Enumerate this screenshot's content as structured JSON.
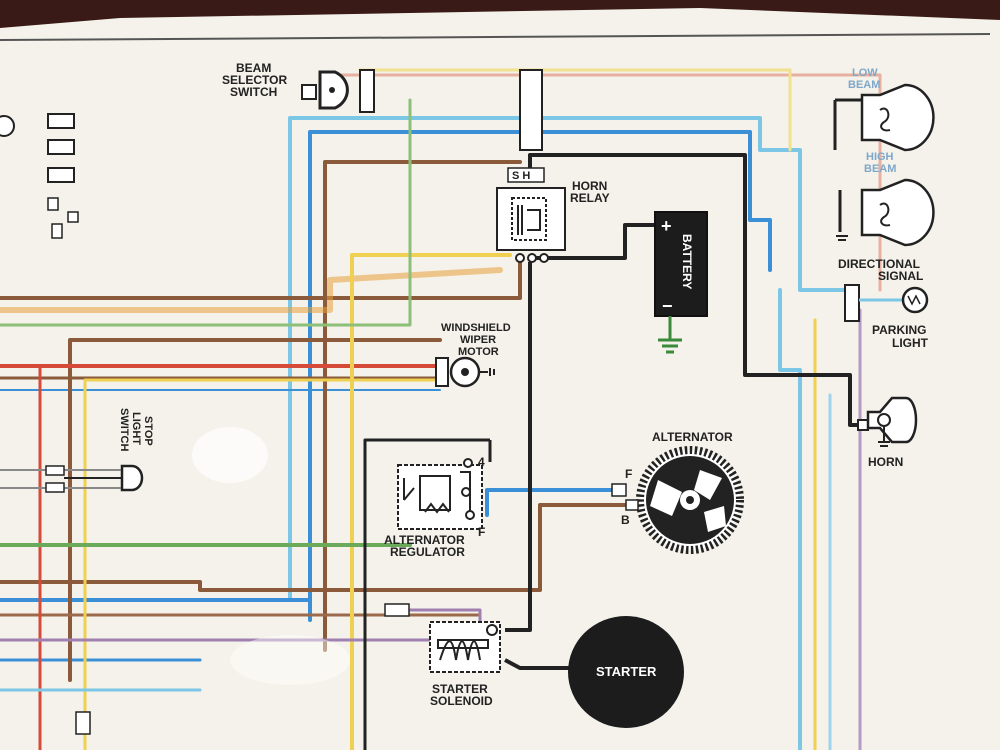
{
  "labels": {
    "beam_selector_switch": [
      "BEAM",
      "SELECTOR",
      "SWITCH"
    ],
    "horn_relay": [
      "HORN",
      "RELAY"
    ],
    "horn_relay_terminals": "S H",
    "battery": "BATTERY",
    "battery_plus": "+",
    "battery_minus": "−",
    "low_beam": [
      "LOW",
      "BEAM"
    ],
    "high_beam": [
      "HIGH",
      "BEAM"
    ],
    "directional_signal": [
      "DIRECTIONAL",
      "SIGNAL"
    ],
    "parking_light": [
      "PARKING",
      "LIGHT"
    ],
    "windshield_wiper_motor": [
      "WINDSHIELD",
      "WIPER",
      "MOTOR"
    ],
    "stop_light_switch": [
      "STOP",
      "LIGHT",
      "SWITCH"
    ],
    "alternator": "ALTERNATOR",
    "alternator_terminal_f": "F",
    "alternator_terminal_b": "B",
    "regulator_terminal_4": "4",
    "regulator_terminal_f": "F",
    "alternator_regulator": [
      "ALTERNATOR",
      "REGULATOR"
    ],
    "horn": "HORN",
    "starter": "STARTER",
    "starter_solenoid": [
      "STARTER",
      "SOLENOID"
    ]
  },
  "colors": {
    "poster": "#f4f2ea",
    "frame": "#3a1a16",
    "light_blue": "#7cc6e6",
    "blue": "#3b8fd6",
    "brown": "#8a5a3a",
    "red": "#d64a3a",
    "orange": "#e8a03a",
    "yellow": "#f0d050",
    "green": "#6aaa5a",
    "purple": "#a080b0",
    "black": "#222222",
    "ground_green": "#3a8a3a"
  }
}
